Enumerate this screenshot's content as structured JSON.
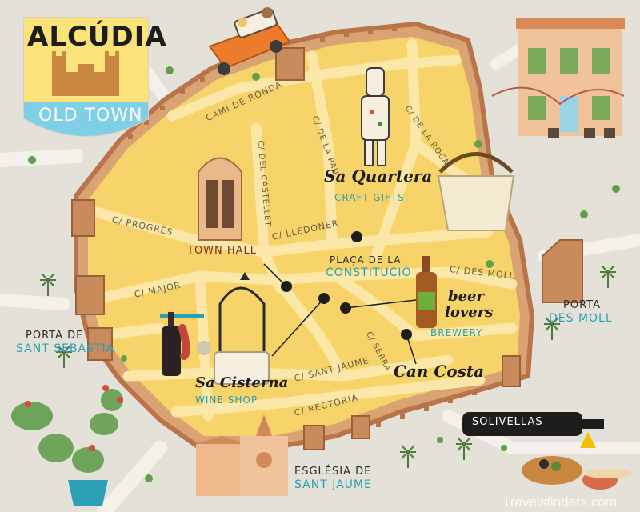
{
  "title": {
    "name": "ALCÚDIA",
    "subtitle": "OLD TOWN"
  },
  "colors": {
    "ground": "#e4e1d8",
    "town": "#f7d46a",
    "street": "#fbe7a8",
    "wall": "#c98a5c",
    "accent_blue": "#2a9fb6",
    "sign": "#1d1d1b"
  },
  "streets": {
    "cami_de_ronda": "CAMÍ DE RONDA",
    "del_castellet": "C/ DEL CASTELLET",
    "de_la_pau": "C/ DE LA PAU",
    "de_la_roca": "C/ DE LA ROCA",
    "progres": "C/ PROGRÉS",
    "lledoner": "C/ LLEDONER",
    "major": "C/ MAJOR",
    "des_moll": "C/ DES MOLL",
    "sant_jaume": "C/ SANT JAUME",
    "rectoria": "C/ RECTORIA",
    "serra": "C/ SERRA"
  },
  "places": {
    "town_hall": "TOWN HALL",
    "placa_line1": "PLAÇA DE LA",
    "placa_line2": "CONSTITUCIÓ",
    "sa_quartera": "Sa Quartera",
    "sa_quartera_sub": "CRAFT GIFTS",
    "beer_line1": "beer",
    "beer_line2": "lovers",
    "brewery": "BREWERY",
    "can_costa": "Can Costa",
    "sa_cisterna": "Sa Cisterna",
    "wine_shop": "WINE SHOP",
    "porta_sebastia_line1": "PORTA DE",
    "porta_sebastia_line2": "SANT SEBASTIÀ",
    "porta_moll_line1": "PORTA",
    "porta_moll_line2": "DES MOLL",
    "esglesia_line1": "ESGLÉSIA DE",
    "esglesia_line2": "SANT JAUME",
    "solivellas": "SOLIVELLAS"
  },
  "watermark": "Travelsfinders.com",
  "icons": [
    "castle-icon",
    "car-icon",
    "tower-icon",
    "window-icon",
    "figurine-icon",
    "basket-icon",
    "bottle-icon",
    "well-icon",
    "church-icon",
    "cactus-icon",
    "house-icon",
    "olives-icon",
    "palm-icon"
  ]
}
